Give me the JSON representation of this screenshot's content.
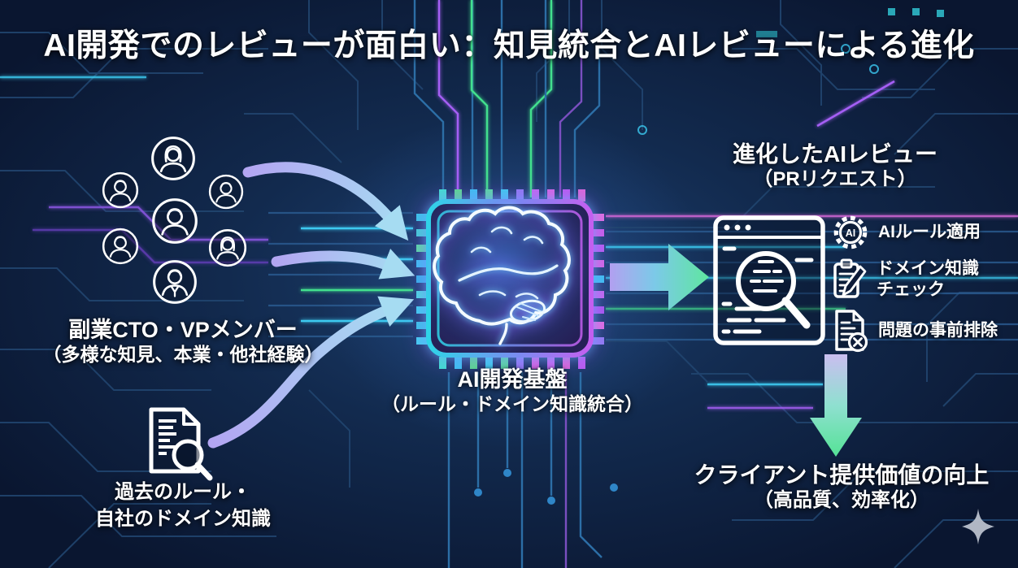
{
  "title": "AI開発でのレビューが面白い：知見統合とAIレビューによる進化",
  "left_group": {
    "avatars": [
      "woman",
      "man",
      "man",
      "man",
      "man",
      "woman",
      "man-suit"
    ],
    "label_line1": "副業CTO・VPメンバー",
    "label_line2": "（多様な知見、本業・他社経験）"
  },
  "knowledge_source": {
    "icon": "document-magnifier-icon",
    "label_line1": "過去のルール・",
    "label_line2": "自社のドメイン知識"
  },
  "platform": {
    "icon": "chip-brain-icon",
    "label_line1": "AI開発基盤",
    "label_line2": "（ルール・ドメイン知識統合）"
  },
  "review": {
    "heading_line1": "進化したAIレビュー",
    "heading_line2": "（PRリクエスト）",
    "icon": "code-review-magnifier-icon",
    "features": [
      {
        "icon": "ai-gear-icon",
        "icon_text": "AI",
        "label": "AIルール適用"
      },
      {
        "icon": "clipboard-pencil-icon",
        "label": "ドメイン知識\nチェック"
      },
      {
        "icon": "document-error-icon",
        "label": "問題の事前排除"
      }
    ]
  },
  "outcome": {
    "label_line1": "クライアント提供価値の向上",
    "label_line2": "（高品質、効率化）"
  },
  "colors": {
    "background": "#0a1630",
    "accent_cyan": "#3cc9f0",
    "accent_purple": "#a55ff5",
    "accent_green": "#55e296",
    "text": "#ffffff"
  }
}
